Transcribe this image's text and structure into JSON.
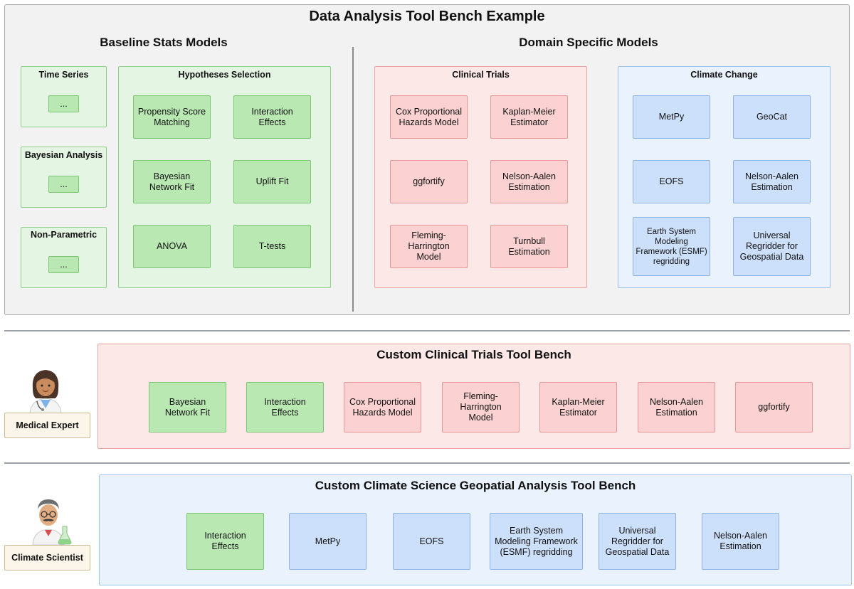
{
  "header": {
    "title": "Data Analysis Tool Bench Example"
  },
  "baseline": {
    "title": "Baseline Stats Models",
    "time_series": {
      "title": "Time Series",
      "item": "..."
    },
    "bayesian": {
      "title": "Bayesian Analysis",
      "item": "..."
    },
    "nonparam": {
      "title": "Non-Parametric",
      "item": "..."
    },
    "hypotheses": {
      "title": "Hypotheses Selection",
      "items": [
        "Propensity Score\nMatching",
        "Interaction\nEffects",
        "Bayesian\nNetwork Fit",
        "Uplift Fit",
        "ANOVA",
        "T-tests"
      ]
    }
  },
  "domain": {
    "title": "Domain Specific Models",
    "clinical": {
      "title": "Clinical Trials",
      "items": [
        "Cox Proportional\nHazards Model",
        "Kaplan-Meier\nEstimator",
        "ggfortify",
        "Nelson-Aalen\nEstimation",
        "Fleming-Harrington\nModel",
        "Turnbull\nEstimation"
      ]
    },
    "climate": {
      "title": "Climate Change",
      "items": [
        "MetPy",
        "GeoCat",
        "EOFS",
        "Nelson-Aalen\nEstimation",
        "Earth System\nModeling\nFramework (ESMF)\nregridding",
        "Universal\nRegridder for\nGeospatial Data"
      ]
    }
  },
  "clinical_bench": {
    "title": "Custom Clinical Trials Tool Bench",
    "persona": "Medical Expert",
    "items": [
      "Bayesian\nNetwork Fit",
      "Interaction\nEffects",
      "Cox Proportional\nHazards Model",
      "Fleming-Harrington\nModel",
      "Kaplan-Meier\nEstimator",
      "Nelson-Aalen\nEstimation",
      "ggfortify"
    ]
  },
  "climate_bench": {
    "title": "Custom Climate Science Geopatial Analysis Tool Bench",
    "persona": "Climate Scientist",
    "items": [
      "Interaction\nEffects",
      "MetPy",
      "EOFS",
      "Earth System\nModeling Framework\n(ESMF) regridding",
      "Universal\nRegridder for\nGeospatial Data",
      "Nelson-Aalen\nEstimation"
    ]
  },
  "colors": {
    "green": "#b9e8b3",
    "red": "#fbd1d1",
    "blue": "#cde0fb"
  }
}
